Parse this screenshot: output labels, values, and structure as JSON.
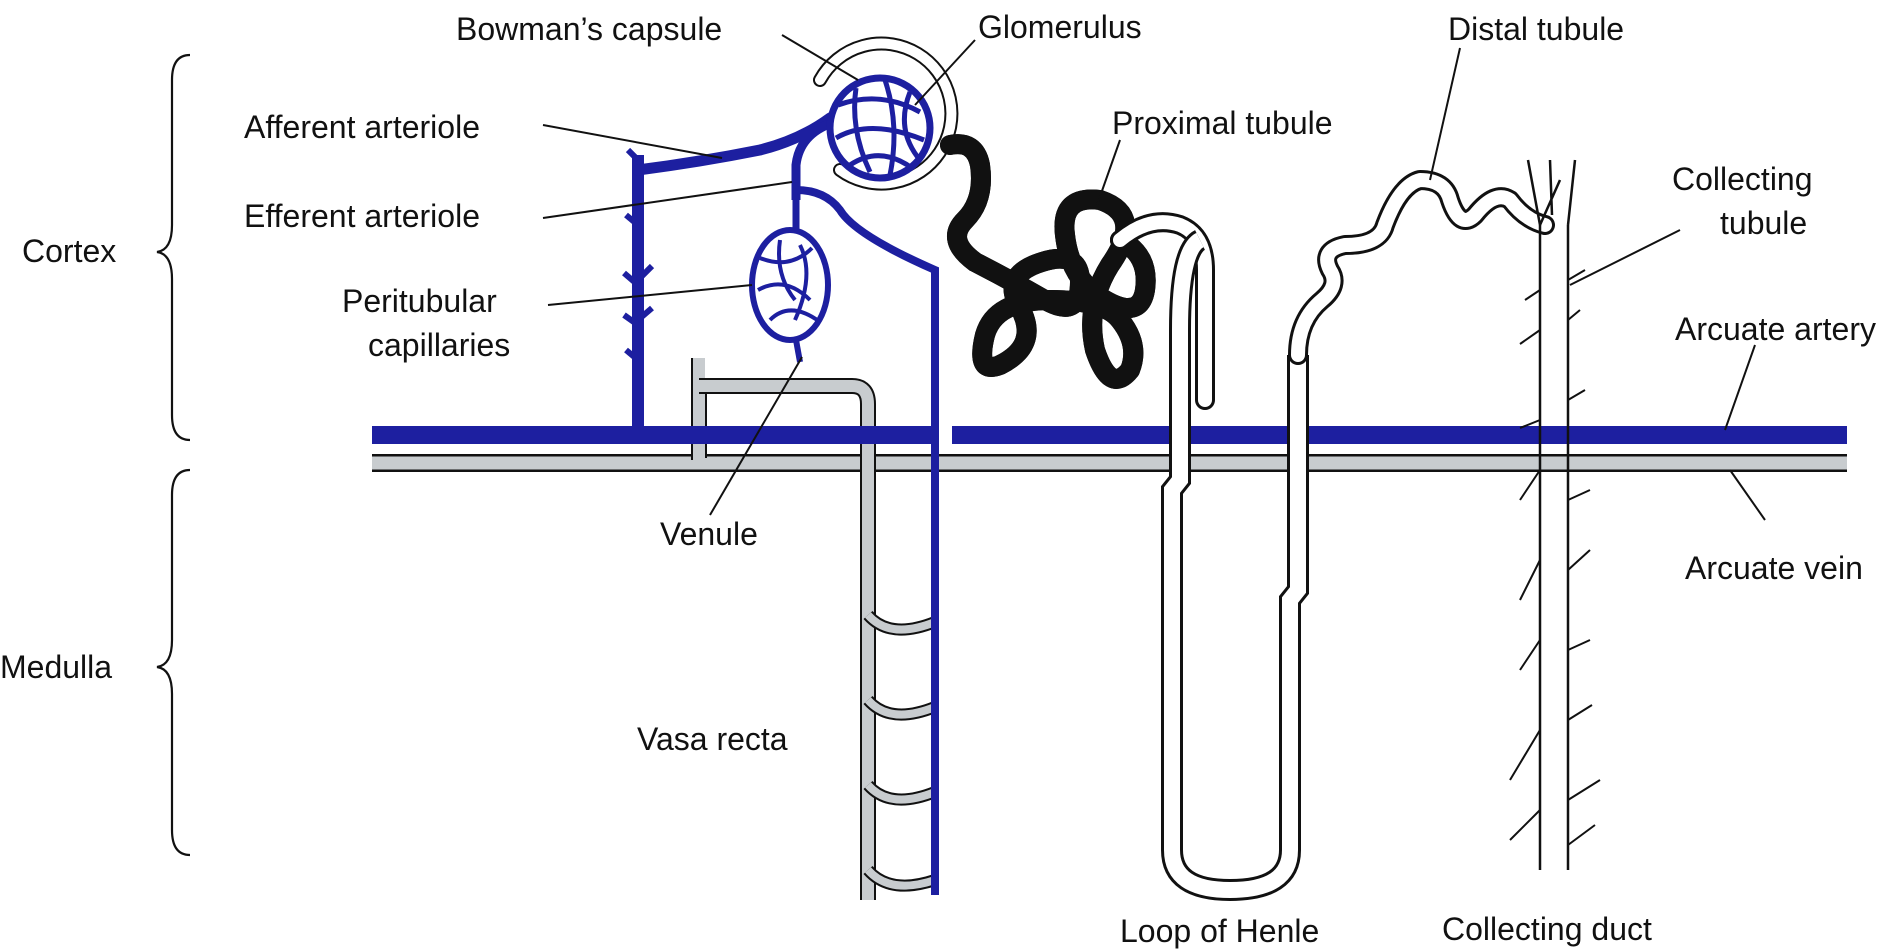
{
  "regions": {
    "cortex": "Cortex",
    "medulla": "Medulla"
  },
  "labels": {
    "bowmans_capsule": "Bowman’s capsule",
    "glomerulus": "Glomerulus",
    "distal_tubule": "Distal tubule",
    "afferent_arteriole": "Afferent arteriole",
    "proximal_tubule": "Proximal tubule",
    "collecting_tubule_line1": "Collecting",
    "collecting_tubule_line2": "tubule",
    "efferent_arteriole": "Efferent arteriole",
    "peritubular_line1": "Peritubular",
    "peritubular_line2": "capillaries",
    "arcuate_artery": "Arcuate artery",
    "arcuate_vein": "Arcuate vein",
    "venule": "Venule",
    "vasa_recta": "Vasa recta",
    "loop_of_henle": "Loop of Henle",
    "collecting_duct": "Collecting duct"
  },
  "colors": {
    "artery": "#1d1fa0",
    "vein": "#c8cccf",
    "tubule_fill": "#ffffff",
    "outline": "#111111"
  }
}
